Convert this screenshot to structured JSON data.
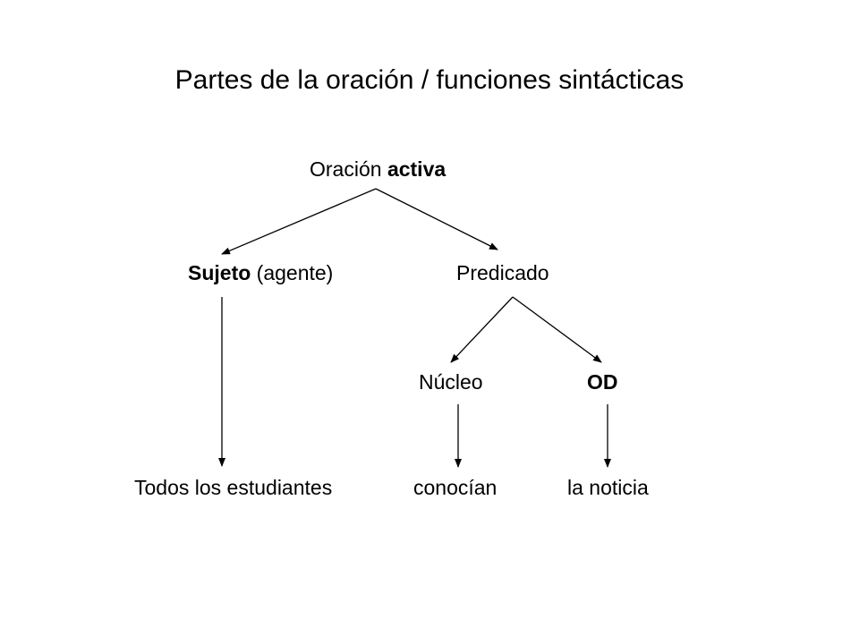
{
  "title": "Partes de la oración / funciones sintácticas",
  "tree": {
    "root": {
      "text": "Oración",
      "bold_text": "activa"
    },
    "subject": {
      "bold_text": "Sujeto",
      "text": " (agente)"
    },
    "predicate": {
      "text": "Predicado"
    },
    "nucleus": {
      "text": "Núcleo"
    },
    "direct_object": {
      "bold_text": "OD"
    },
    "leaves": {
      "subject_phrase": "Todos los estudiantes",
      "verb": "conocían",
      "object_phrase": "la noticia"
    }
  },
  "colors": {
    "background": "#ffffff",
    "text": "#000000",
    "arrows": "#000000"
  }
}
